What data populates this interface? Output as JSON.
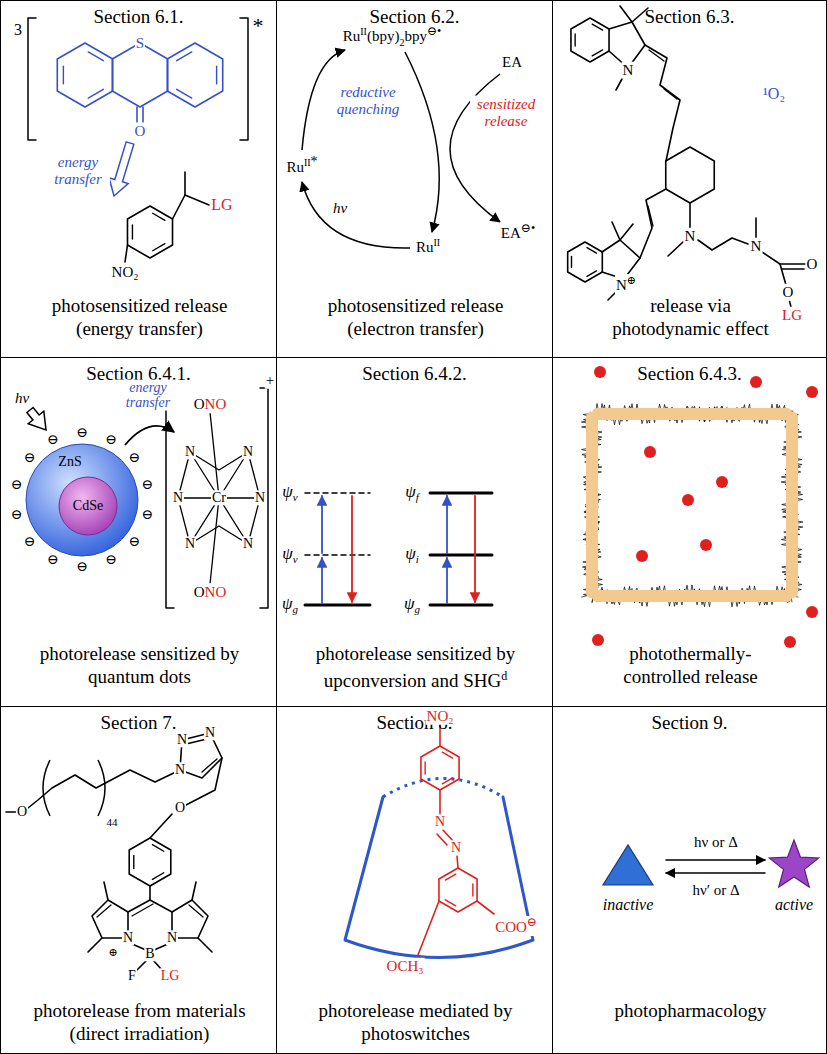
{
  "diagram": {
    "nodes": [
      {
        "text": [
          "Section 6.1.",
          "photosensitized release (energy transfer)"
        ]
      },
      {
        "text": [
          "Section 6.2.",
          "photosensitized release (electron transfer)"
        ]
      },
      {
        "text": [
          "Section 6.3.",
          "release via photodynamic effect"
        ]
      },
      {
        "text": [
          "Section 6.4.1.",
          "photorelease sensitized by quantum dots"
        ]
      },
      {
        "text": [
          "Section 6.4.2.",
          "photorelease sensitized by upconversion and SHG"
        ]
      },
      {
        "text": [
          "Section 6.4.3.",
          "photothermally-controlled release"
        ]
      },
      {
        "text": [
          "Section 7.",
          "photorelease from materials (direct irradiation)"
        ]
      },
      {
        "text": [
          "Section 8.",
          "photorelease mediated by photoswitches"
        ]
      },
      {
        "text": [
          "Section 9.",
          "photopharmacology"
        ]
      }
    ],
    "labels": [
      "3",
      "*",
      "S",
      "O",
      "energy transfer",
      "LG",
      "NO₂",
      "Ru",
      "II",
      "(bpy)",
      "2",
      "bpy",
      "⊖•",
      "EA",
      "reductive quenching",
      "sensitized release",
      "Ru",
      "II",
      "*",
      "hν",
      "Ru",
      "II",
      "EA",
      "⊖•",
      "N",
      "N",
      "N",
      "O",
      "O",
      "LG",
      "N",
      "⊕",
      "¹O₂",
      "hν",
      "energy transfer",
      "ZnS",
      "CdSe",
      "O",
      "NO",
      "N",
      "N",
      "N",
      "N",
      "N",
      "N",
      "Cr",
      "O",
      "NO",
      "+",
      "⊖",
      "⊖",
      "⊖",
      "⊖",
      "⊖",
      "⊖",
      "⊖",
      "⊖",
      "⊖",
      "⊖",
      "⊖",
      "⊖",
      "⊖",
      "⊖",
      "ψ",
      "v",
      "ψ",
      "v",
      "ψ",
      "g",
      "ψ",
      "f",
      "ψ",
      "i",
      "ψ",
      "g",
      "d",
      "N",
      "N",
      "N",
      "O",
      "O",
      "44",
      "N",
      "N",
      "B",
      "⊕",
      "F",
      "LG",
      "NO₂",
      "N",
      "N",
      "COO",
      "⊖",
      "OCH₃",
      "hν or Δ",
      "hν′ or Δ",
      "inactive",
      "active"
    ]
  }
}
